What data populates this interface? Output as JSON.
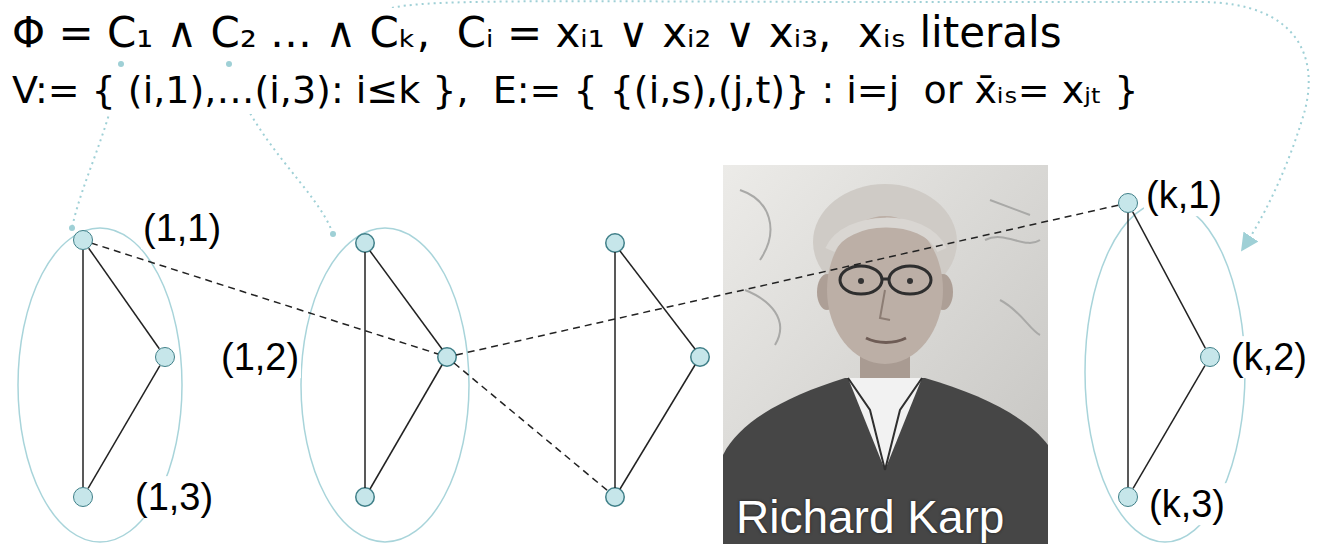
{
  "diagram": {
    "nodes": [
      {
        "text": [
          "(1,1)"
        ]
      },
      {
        "text": [
          "(1,2)"
        ]
      },
      {
        "text": [
          "(1,3)"
        ]
      },
      {
        "text": [
          "(k,1)"
        ]
      },
      {
        "text": [
          "(k,2)"
        ]
      },
      {
        "text": [
          "(k,3)"
        ]
      }
    ],
    "edges": [
      {
        "from": 0,
        "to": 1,
        "arrow": "none"
      },
      {
        "from": 1,
        "to": 2,
        "arrow": "none"
      },
      {
        "from": 0,
        "to": 2,
        "arrow": "none"
      },
      {
        "from": 3,
        "to": 4,
        "arrow": "none"
      },
      {
        "from": 4,
        "to": 5,
        "arrow": "none"
      },
      {
        "from": 3,
        "to": 5,
        "arrow": "none"
      }
    ],
    "labels": [
      "Φ = C₁ ∧ C₂ … ∧ Cₖ,  Cᵢ = xᵢ₁ ∨ xᵢ₂ ∨ xᵢ₃,  xᵢₛ literals",
      "V:= { (i,1),…(i,3): i≤k },  E:= { {(i,s),(j,t)} : i=j  or x̄ᵢₛ= xⱼₜ }",
      "Richard Karp"
    ]
  }
}
